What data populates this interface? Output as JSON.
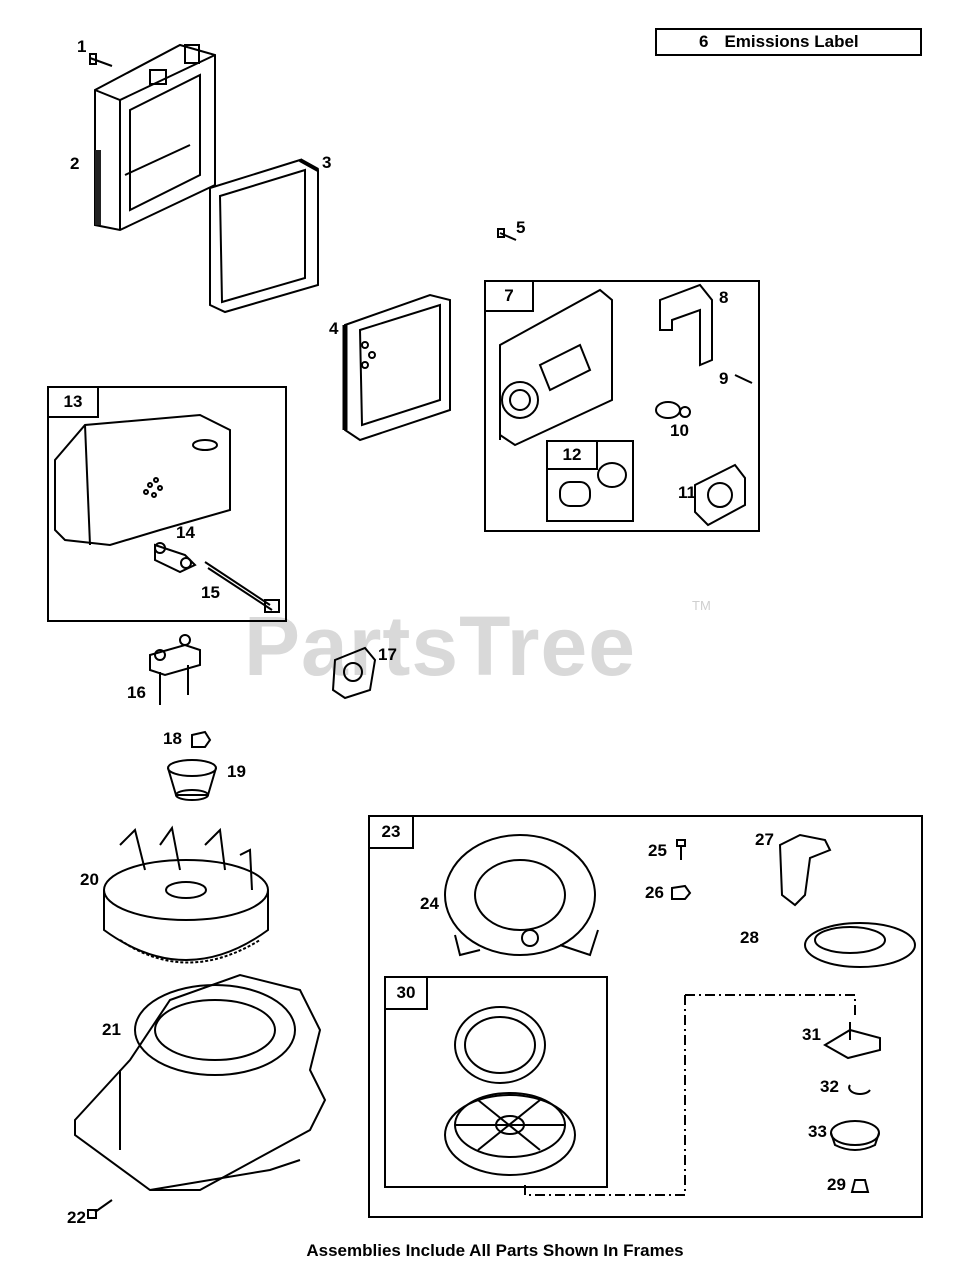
{
  "header_label": {
    "number": "6",
    "text": "Emissions Label"
  },
  "frames": {
    "f7": "7",
    "f12": "12",
    "f13": "13",
    "f23": "23",
    "f30": "30"
  },
  "callouts": {
    "c1": "1",
    "c2": "2",
    "c3": "3",
    "c4": "4",
    "c5": "5",
    "c8": "8",
    "c9": "9",
    "c10": "10",
    "c11": "11",
    "c14": "14",
    "c15": "15",
    "c16": "16",
    "c17": "17",
    "c18": "18",
    "c19": "19",
    "c20": "20",
    "c21": "21",
    "c22": "22",
    "c24": "24",
    "c25": "25",
    "c26": "26",
    "c27": "27",
    "c28": "28",
    "c29": "29",
    "c31": "31",
    "c32": "32",
    "c33": "33"
  },
  "watermark": {
    "text": "PartsTree",
    "mark": "TM"
  },
  "footer": "Assemblies Include All Parts Shown In Frames"
}
